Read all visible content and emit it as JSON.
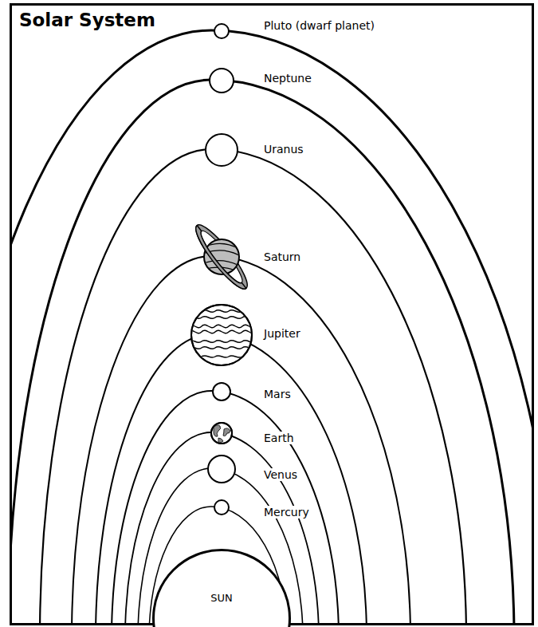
{
  "diagram": {
    "title": "Solar System",
    "nodes": [
      {
        "text": [
          "SUN"
        ]
      }
    ],
    "labels": [
      "Pluto (dwarf planet)",
      "Neptune",
      "Uranus",
      "Saturn",
      "Jupiter",
      "Mars",
      "Earth",
      "Venus",
      "Mercury"
    ]
  }
}
